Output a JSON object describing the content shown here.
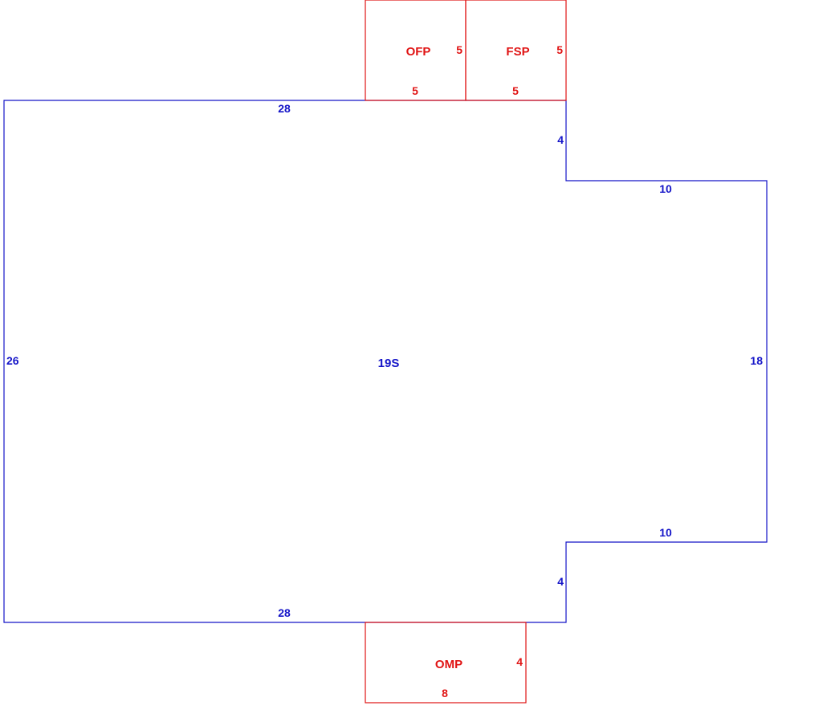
{
  "colors": {
    "main": "#1414c8",
    "addition": "#e01414",
    "background": "#ffffff"
  },
  "main_area": {
    "code": "19S",
    "dims": {
      "top": "28",
      "left": "26",
      "bottom": "28",
      "notch_top": "4",
      "step_top": "10",
      "right": "18",
      "step_bottom": "10",
      "notch_bottom": "4"
    }
  },
  "additions": [
    {
      "code": "OFP",
      "width": "5",
      "depth": "5"
    },
    {
      "code": "FSP",
      "width": "5",
      "depth": "5"
    },
    {
      "code": "OMP",
      "width": "8",
      "depth": "4"
    }
  ]
}
